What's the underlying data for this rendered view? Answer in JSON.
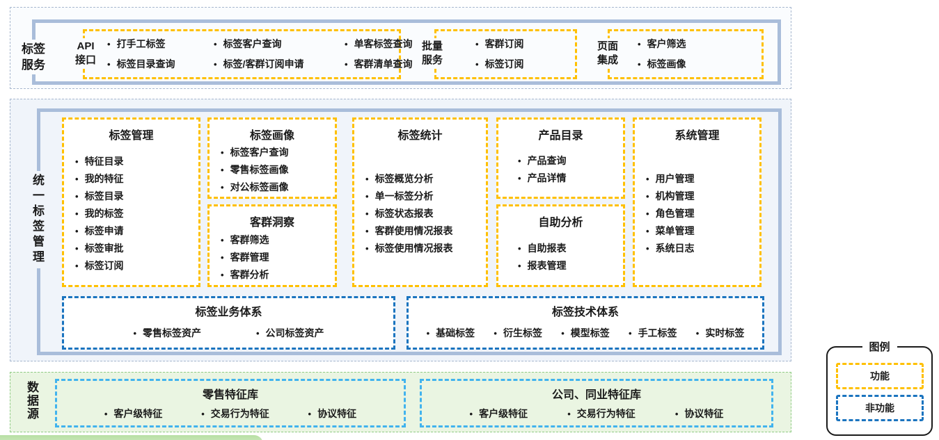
{
  "colors": {
    "function_border": "#FFC000",
    "non_function_border": "#1B74BF",
    "datasource_box_border": "#41B3EE",
    "bracket": "#A9BDDA",
    "outline_blue": "#A7B7CE",
    "outline_green": "#8FCB84",
    "section_bg_top": "#FAFCFE",
    "section_bg_main": "#F0F4FA",
    "section_bg_data": "#EAF5E2",
    "legend_border": "#1A1A1A",
    "text": "#1A1A1A"
  },
  "top_section": {
    "side_label": [
      "标签",
      "服务"
    ],
    "groups": [
      {
        "label": [
          "API",
          "接口"
        ],
        "columns": [
          [
            "打手工标签",
            "标签目录查询"
          ],
          [
            "标签客户查询",
            "标签/客群订阅申请"
          ],
          [
            "单客标签查询",
            "客群清单查询"
          ]
        ]
      },
      {
        "label": [
          "批量",
          "服务"
        ],
        "columns": [
          [
            "客群订阅",
            "标签订阅"
          ]
        ]
      },
      {
        "label": [
          "页面",
          "集成"
        ],
        "columns": [
          [
            "客户筛选",
            "标签画像"
          ]
        ]
      }
    ]
  },
  "main_section": {
    "side_label": "统一标签管理",
    "function_boxes": [
      {
        "title": "标签管理",
        "items": [
          "特征目录",
          "我的特征",
          "标签目录",
          "我的标签",
          "标签申请",
          "标签审批",
          "标签订阅"
        ]
      },
      {
        "title": "标签画像",
        "items": [
          "标签客户查询",
          "零售标签画像",
          "对公标签画像"
        ]
      },
      {
        "title": "客群洞察",
        "items": [
          "客群筛选",
          "客群管理",
          "客群分析"
        ]
      },
      {
        "title": "标签统计",
        "items": [
          "标签概览分析",
          "单一标签分析",
          "标签状态报表",
          "客群使用情况报表",
          "标签使用情况报表"
        ]
      },
      {
        "title": "产品目录",
        "items": [
          "产品查询",
          "产品详情"
        ]
      },
      {
        "title": "自助分析",
        "items": [
          "自助报表",
          "报表管理"
        ]
      },
      {
        "title": "系统管理",
        "items": [
          "用户管理",
          "机构管理",
          "角色管理",
          "菜单管理",
          "系统日志"
        ]
      }
    ],
    "system_boxes": [
      {
        "title": "标签业务体系",
        "items": [
          "零售标签资产",
          "公司标签资产"
        ]
      },
      {
        "title": "标签技术体系",
        "items": [
          "基础标签",
          "衍生标签",
          "模型标签",
          "手工标签",
          "实时标签"
        ]
      }
    ]
  },
  "data_section": {
    "side_label": "数据源",
    "boxes": [
      {
        "title": "零售特征库",
        "items": [
          "客户级特征",
          "交易行为特征",
          "协议特征"
        ]
      },
      {
        "title": "公司、同业特征库",
        "items": [
          "客户级特征",
          "交易行为特征",
          "协议特征"
        ]
      }
    ]
  },
  "legend": {
    "title": "图例",
    "function_label": "功能",
    "non_function_label": "非功能"
  }
}
